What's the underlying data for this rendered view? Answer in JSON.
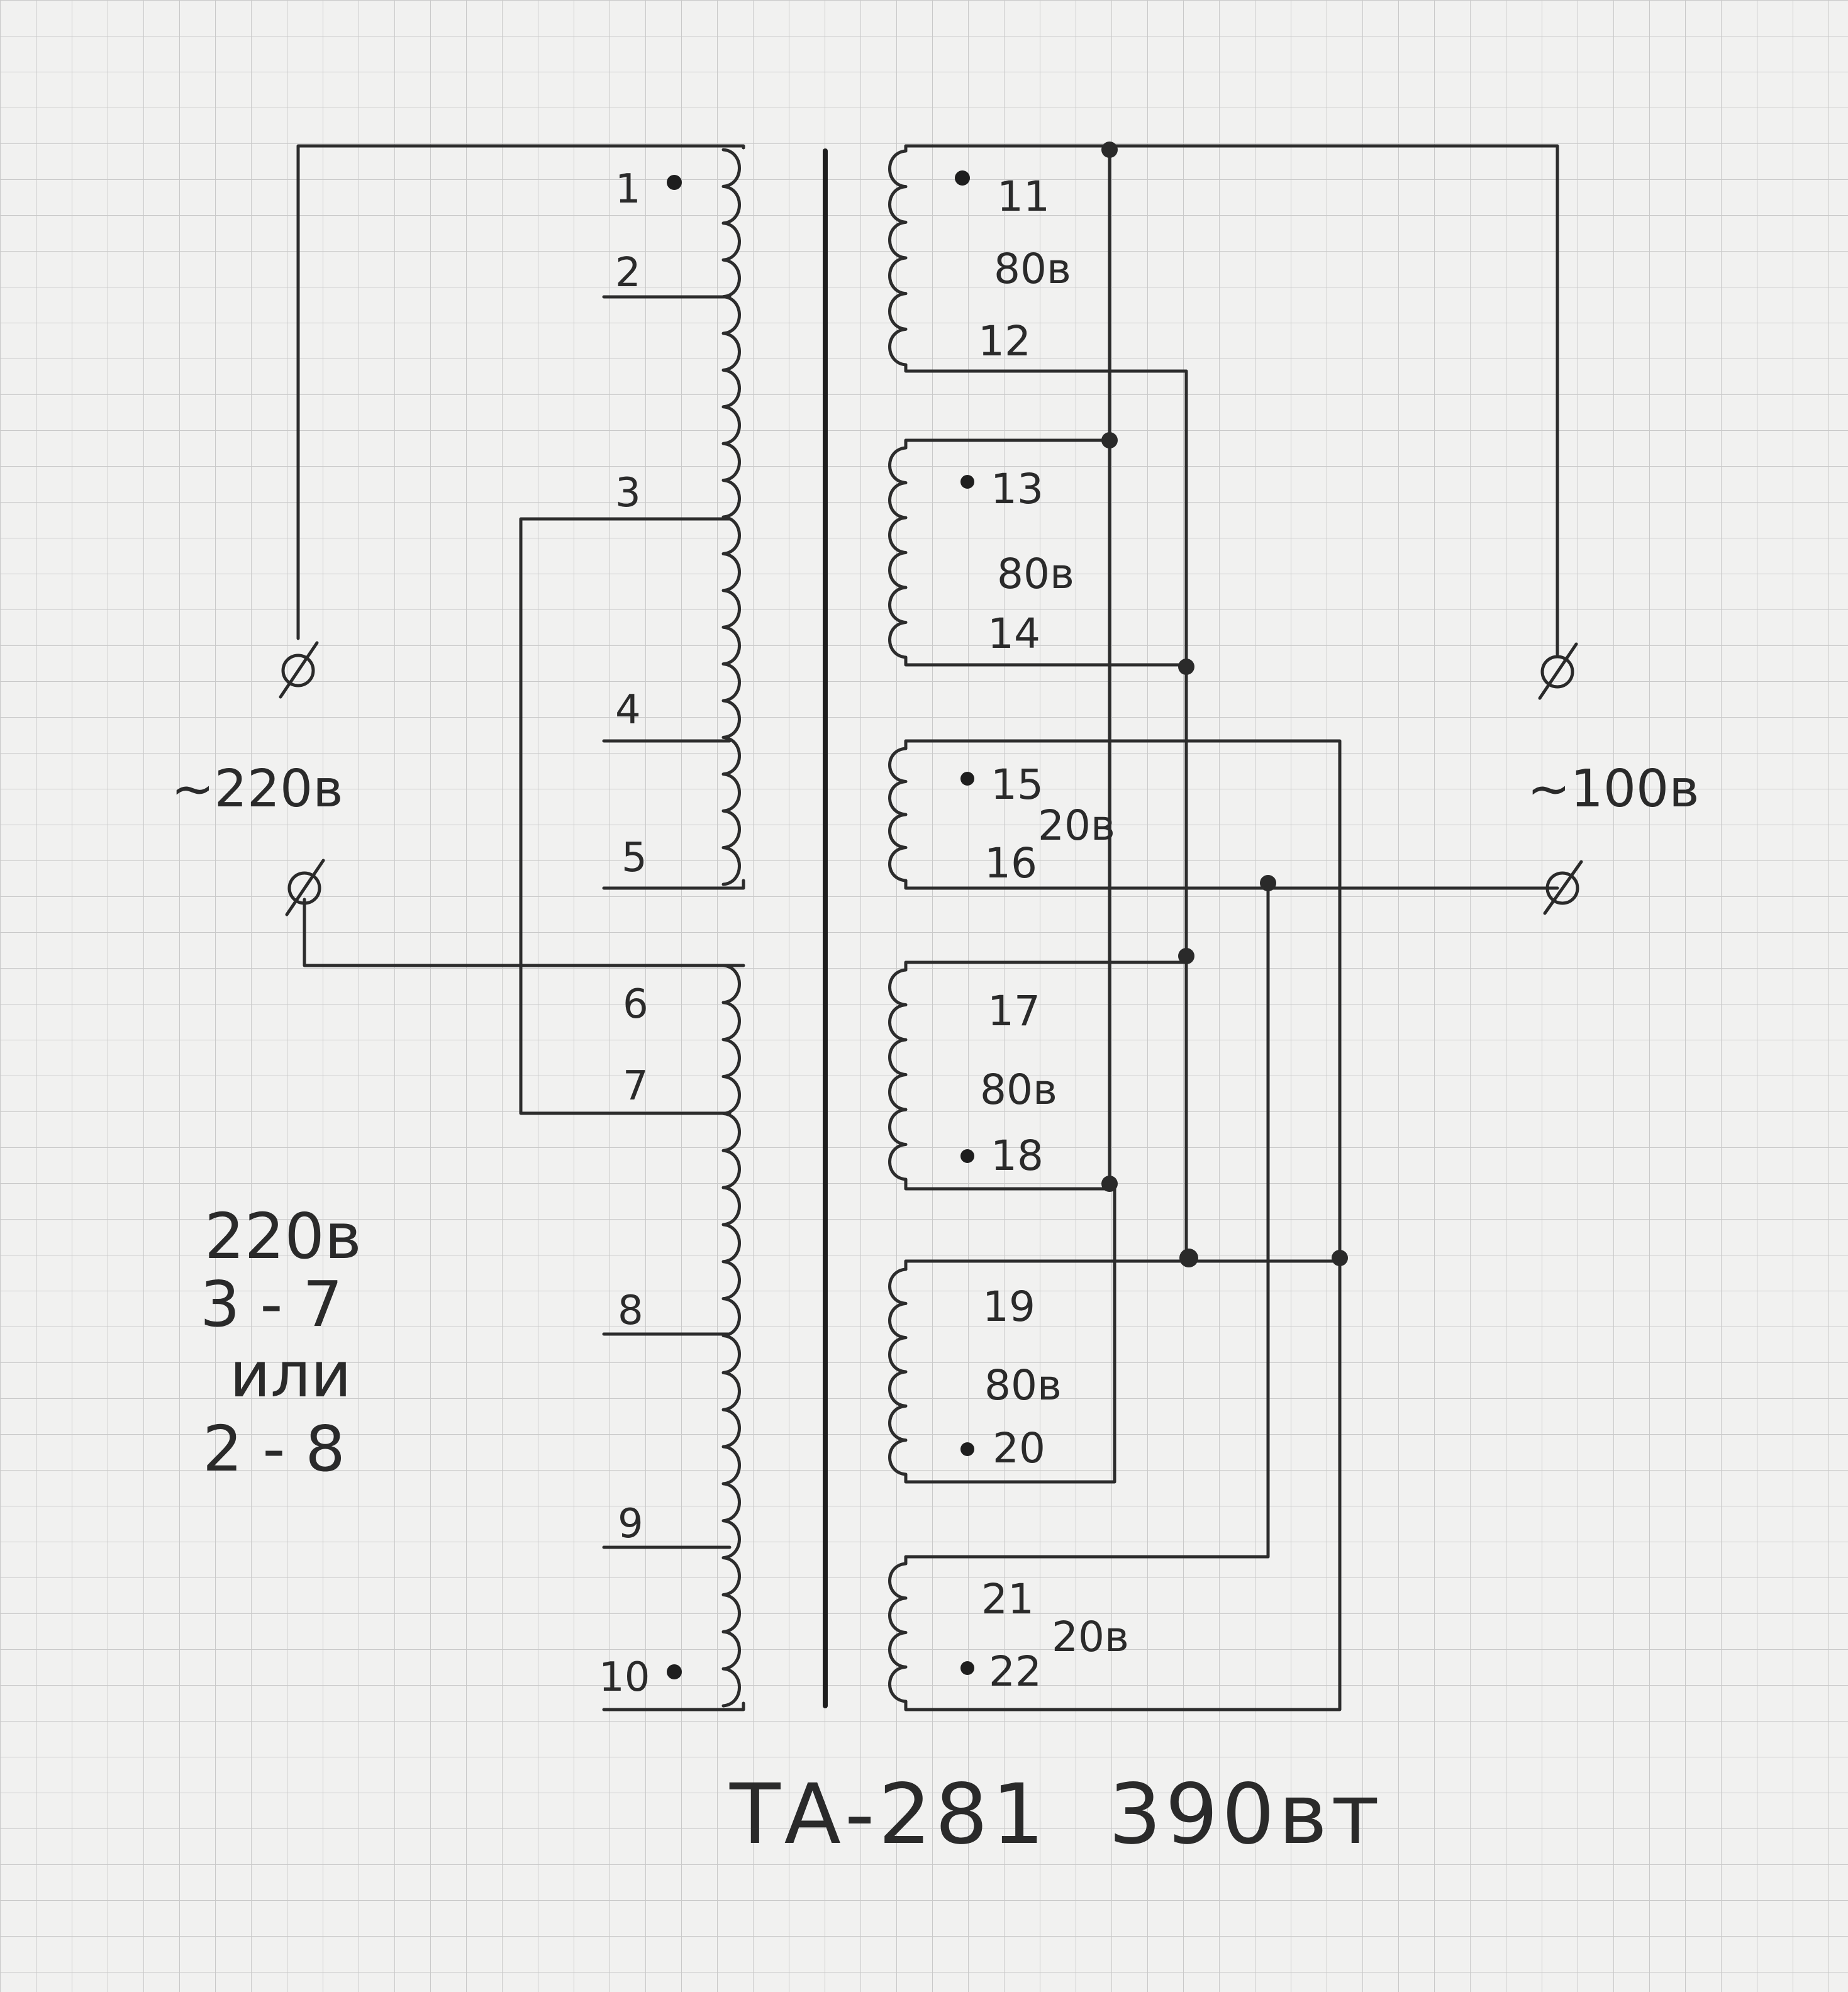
{
  "primary": {
    "pins": [
      "1",
      "2",
      "3",
      "4",
      "5",
      "6",
      "7",
      "8",
      "9",
      "10"
    ],
    "input_label": "~220в",
    "note": {
      "line1": "220в",
      "line2": "3 - 7",
      "line3": "или",
      "line4": "2 - 8"
    }
  },
  "secondary": {
    "windings": [
      {
        "pins": [
          "11",
          "12"
        ],
        "voltage": "80в"
      },
      {
        "pins": [
          "13",
          "14"
        ],
        "voltage": "80в"
      },
      {
        "pins": [
          "15",
          "16"
        ],
        "voltage": "20в"
      },
      {
        "pins": [
          "17",
          "18"
        ],
        "voltage": "80в"
      },
      {
        "pins": [
          "19",
          "20"
        ],
        "voltage": "80в"
      },
      {
        "pins": [
          "21",
          "22"
        ],
        "voltage": "20в"
      }
    ],
    "output_label": "~100в"
  },
  "title": "ТА-281  390вт"
}
